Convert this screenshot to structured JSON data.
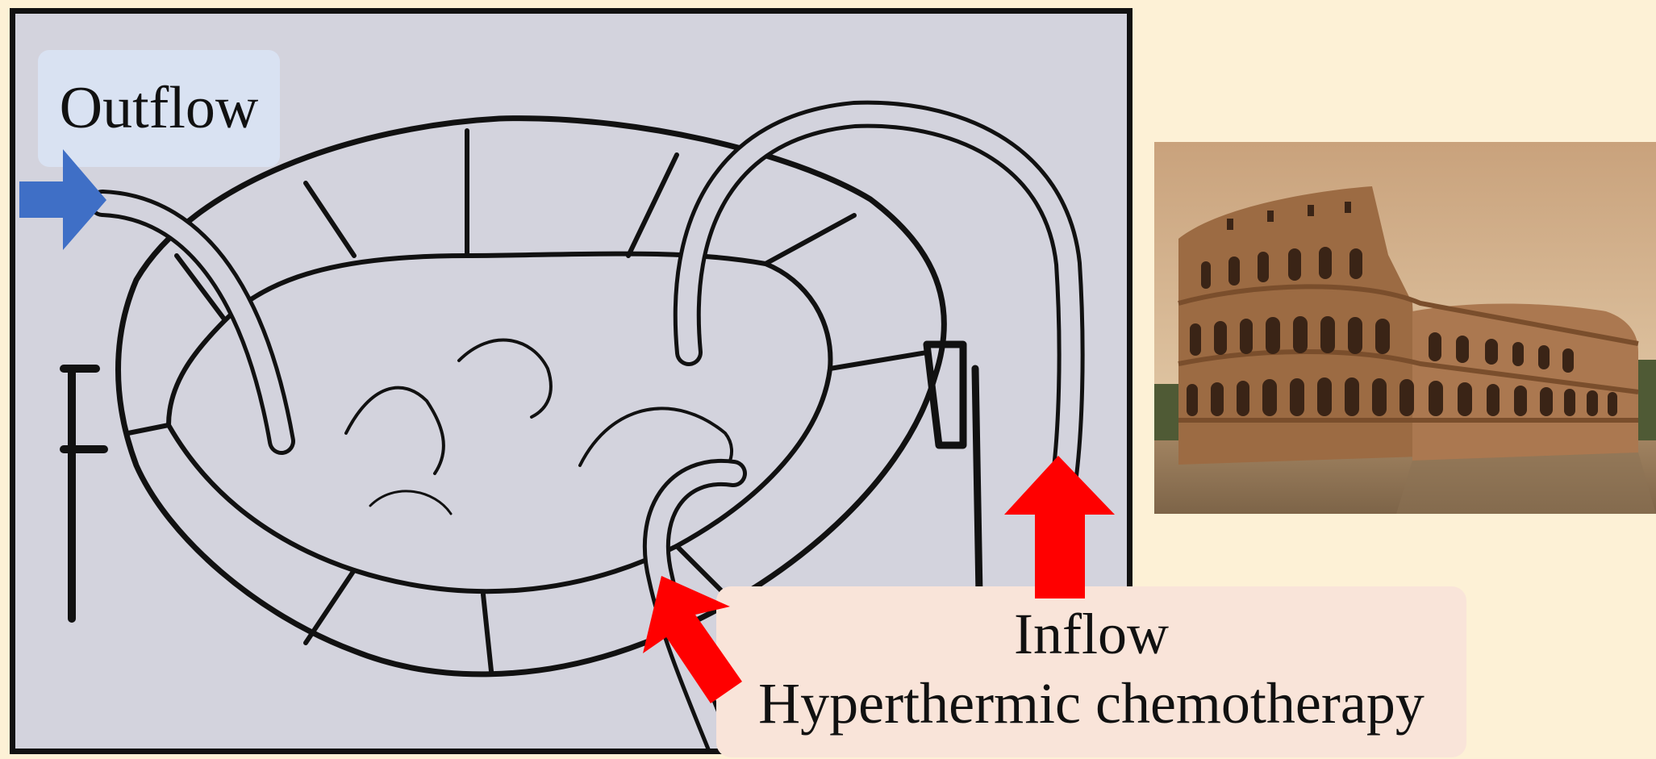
{
  "labels": {
    "outflow": "Outflow",
    "inflow": "Inflow",
    "treatment": "Hyperthermic chemotherapy"
  },
  "colors": {
    "outflow_arrow": "#3f6fc6",
    "inflow_arrow": "#ff0000",
    "outflow_box": "#d9e2f2",
    "inflow_box": "#f9e4d9",
    "panel_bg": "#d3d3dd",
    "page_bg": "#fdf1d6"
  },
  "photo": {
    "subject": "colosseum"
  }
}
